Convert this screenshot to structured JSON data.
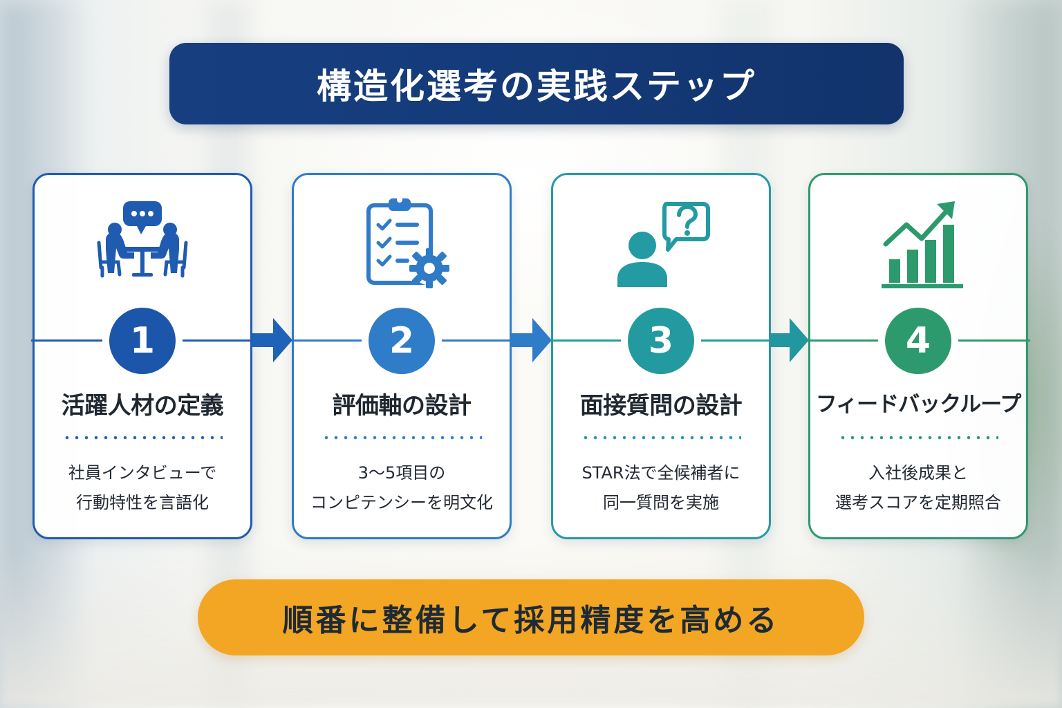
{
  "title": "構造化選考の実践ステップ",
  "steps": [
    {
      "number": "1",
      "title": "活躍人材の定義",
      "description_line1": "社員インタビューで",
      "description_line2": "行動特性を言語化",
      "icon": "meeting-icon",
      "color": "#1b56ab"
    },
    {
      "number": "2",
      "title": "評価軸の設計",
      "description_line1": "3～5項目の",
      "description_line2": "コンピテンシーを明文化",
      "icon": "clipboard-checklist-gear-icon",
      "color": "#2f7cc9"
    },
    {
      "number": "3",
      "title": "面接質問の設計",
      "description_line1": "STAR法で全候補者に",
      "description_line2": "同一質問を実施",
      "icon": "person-question-icon",
      "color": "#229aa0"
    },
    {
      "number": "4",
      "title": "フィードバックループ",
      "description_line1": "入社後成果と",
      "description_line2": "選考スコアを定期照合",
      "icon": "growth-chart-icon",
      "color": "#2d9a6d"
    }
  ],
  "footer": "順番に整備して採用精度を高める",
  "colors": {
    "title_banner": "#143a78",
    "footer_banner": "#f3a623",
    "text_dark": "#1f2730"
  }
}
